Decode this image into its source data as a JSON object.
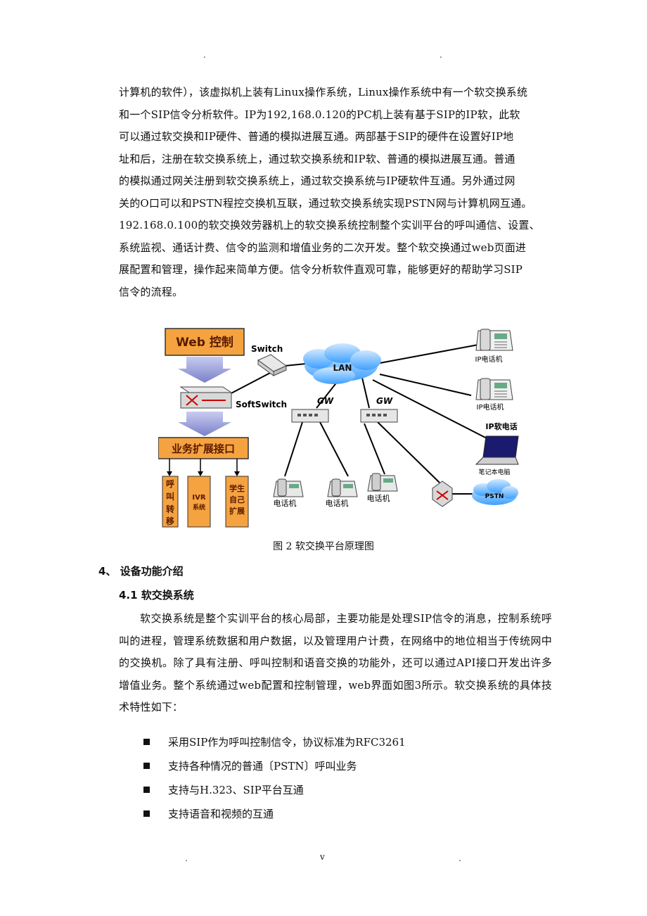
{
  "header_dots": [
    ".",
    "."
  ],
  "paragraph1": [
    "计算机的软件），该虚拟机上装有Linux操作系统，Linux操作系统中有一个软交换系统",
    "和一个SIP信令分析软件。IP为192,168.0.120的PC机上装有基于SIP的IP软，此软",
    "可以通过软交换和IP硬件、普通的模拟进展互通。两部基于SIP的硬件在设置好IP地",
    "址和后，注册在软交换系统上，通过软交换系统和IP软、普通的模拟进展互通。普通",
    "的模拟通过网关注册到软交换系统上，通过软交换系统与IP硬软件互通。另外通过网",
    "关的O口可以和PSTN程控交换机互联，通过软交换系统实现PSTN网与计算机网互通。",
    "192.168.0.100的软交换效劳器机上的软交换系统控制整个实训平台的呼叫通信、设置、",
    "系统监视、通话计费、信令的监测和增值业务的二次开发。整个软交换通过web页面进",
    "展配置和管理，操作起来简单方便。信令分析软件直观可靠，能够更好的帮助学习SIP",
    "信令的流程。"
  ],
  "diagram": {
    "web_control": "Web 控制",
    "switch": "Switch",
    "lan": "LAN",
    "softswitch": "SoftSwitch",
    "gw1": "GW",
    "gw2": "GW",
    "service_interface": "业务扩展接口",
    "box1": "呼叫转移",
    "box2_line1": "IVR",
    "box2_line2": "系统",
    "box3": "学生自己扩展",
    "ip_phone1": "IP电话机",
    "ip_phone2": "IP电话机",
    "ip_softphone": "IP软电话",
    "laptop": "笔记本电脑",
    "phone1": "电话机",
    "phone2": "电话机",
    "phone3": "电话机",
    "pstn": "PSTN"
  },
  "caption": "图 2  软交换平台原理图",
  "section4": "4、 设备功能介绍",
  "section41": "4.1 软交换系统",
  "paragraph2": "软交换系统是整个实训平台的核心局部，主要功能是处理SIP信令的消息，控制系统呼叫的进程，管理系统数据和用户数据，以及管理用户计费，在网络中的地位相当于传统网中的交换机。除了具有注册、呼叫控制和语音交换的功能外，还可以通过API接口开发出许多增值业务。整个系统通过web配置和控制管理，web界面如图3所示。软交换系统的具体技术特性如下：",
  "bullets": [
    "采用SIP作为呼叫控制信令，协议标准为RFC3261",
    "支持各种情况的普通〔PSTN〕呼叫业务",
    "支持与H.323、SIP平台互通",
    "支持语音和视频的互通"
  ],
  "footer": {
    "left": ".",
    "center": "v",
    "right": "."
  },
  "colors": {
    "orange_box": "#f5a340",
    "arrow_blue": "#9aa0d8"
  }
}
